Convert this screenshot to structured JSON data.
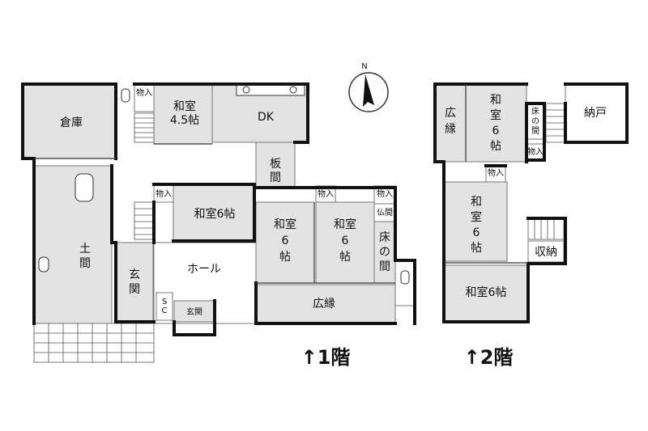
{
  "compass": {
    "north_label": "N"
  },
  "floor1": {
    "label": "↑1階",
    "rooms": {
      "souko": "倉庫",
      "monoire_top": "物入",
      "washitsu45": "和室\n4.5帖",
      "dk": "DK",
      "itama": "板間",
      "monoire_mid": "物入",
      "washitsu6_west": "和室6帖",
      "washitsu6_c1": "和室\n6\n帖",
      "washitsu6_c2": "和室\n6\n帖",
      "monoire_c1": "物入",
      "monoire_c2": "物入",
      "butsuma": "仏間",
      "tokonoma": "床\nの\n間",
      "doma": "土\n間",
      "genkan_main": "玄\n関",
      "hall": "ホール",
      "sc": "S\nC",
      "genkan_small": "玄関",
      "hiroen": "広縁"
    }
  },
  "floor2": {
    "label": "↑2階",
    "rooms": {
      "hiroen": "広\n縁",
      "washitsu_top": "和\n室\n6\n帖",
      "tokonoma": "床\nの\n間",
      "monoire_a": "物入",
      "nando": "納戸",
      "monoire_b": "物入",
      "washitsu_mid": "和\n室\n6\n帖",
      "shuno": "収納",
      "washitsu_bottom": "和室6帖"
    }
  }
}
